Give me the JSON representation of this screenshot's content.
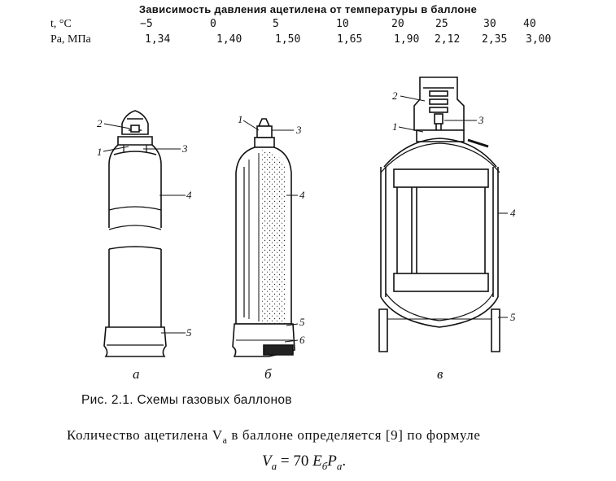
{
  "table": {
    "title": "Зависимость давления ацетилена от температуры в баллоне",
    "row_t_label": "t, °C",
    "row_p_label": "Pа, МПа",
    "t_values": [
      "−5",
      "0",
      "5",
      "10",
      "20",
      "25",
      "30",
      "40"
    ],
    "p_values": [
      "1,34",
      "1,40",
      "1,50",
      "1,65",
      "1,90",
      "2,12",
      "2,35",
      "3,00"
    ]
  },
  "figure": {
    "a": {
      "letter": "а",
      "callouts": [
        "2",
        "1",
        "3",
        "4",
        "5"
      ]
    },
    "b": {
      "letter": "б",
      "callouts": [
        "1",
        "3",
        "4",
        "5",
        "6"
      ]
    },
    "c": {
      "letter": "в",
      "callouts": [
        "2",
        "1",
        "3",
        "4",
        "5"
      ]
    },
    "caption": "Рис. 2.1. Схемы газовых баллонов"
  },
  "text": {
    "paragraph_prefix": "Количество ацетилена ",
    "paragraph_var": "V",
    "paragraph_sub": "а",
    "paragraph_suffix": " в баллоне определяется [9] по формуле",
    "formula_lhs": "V",
    "formula_lhs_sub": "а",
    "formula_eq": " = 70 ",
    "formula_e": "E",
    "formula_e_sub": "б",
    "formula_p": "P",
    "formula_p_sub": "а",
    "formula_end": "."
  }
}
